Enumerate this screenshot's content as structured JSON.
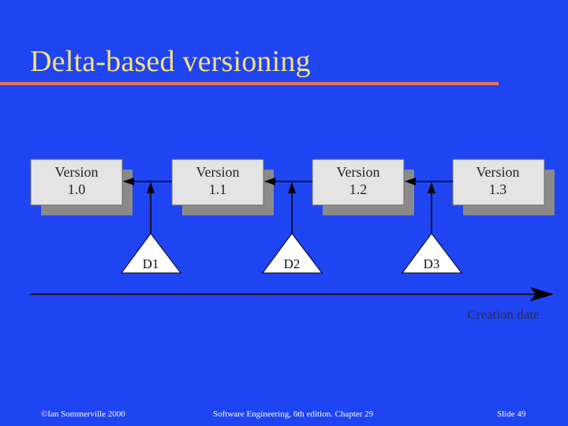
{
  "slide": {
    "title": "Delta-based versioning"
  },
  "diagram": {
    "versions": [
      {
        "line1": "Version",
        "line2": "1.0"
      },
      {
        "line1": "Version",
        "line2": "1.1"
      },
      {
        "line1": "Version",
        "line2": "1.2"
      },
      {
        "line1": "Version",
        "line2": "1.3"
      }
    ],
    "deltas": [
      "D1",
      "D2",
      "D3"
    ],
    "timeline_label": "Creation date"
  },
  "footer": {
    "left": "©Ian Sommerville 2000",
    "center": "Software Engineering, 6th edition. Chapter 29",
    "right": "Slide  49"
  },
  "colors": {
    "background": "#1f44f2",
    "title": "#f7e07a",
    "rule": "#e9745d",
    "box_fill": "#e4e4e4",
    "box_shadow": "#8a8a8a",
    "label_dim": "#2a2a55"
  }
}
